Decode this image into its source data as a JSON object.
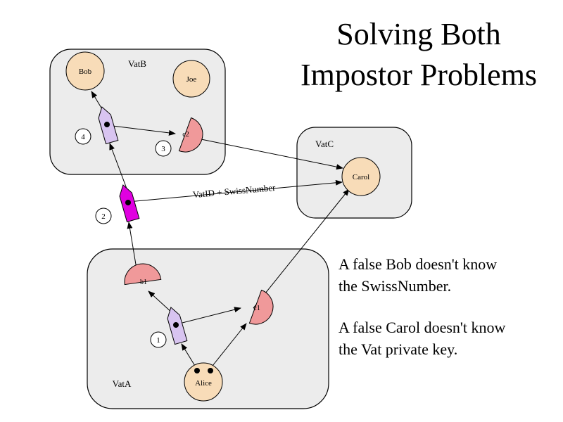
{
  "title": {
    "line1": "Solving Both",
    "line2": "Impostor Problems"
  },
  "notes": {
    "false_bob_line1": "A false Bob doesn't know",
    "false_bob_line2": "the SwissNumber.",
    "false_carol_line1": "A false Carol doesn't know",
    "false_carol_line2": "the Vat private key."
  },
  "vats": {
    "vat_a": "VatA",
    "vat_b": "VatB",
    "vat_c": "VatC"
  },
  "objects": {
    "bob": "Bob",
    "joe": "Joe",
    "carol": "Carol",
    "alice": "Alice"
  },
  "proxies": {
    "b1": "b1",
    "c1": "c1",
    "c2": "c2"
  },
  "steps": {
    "step1": "1",
    "step2": "2",
    "step3": "3",
    "step4": "4"
  },
  "edge_label": "VatID + SwissNumber",
  "colors": {
    "vat_fill": "#ececec",
    "object_fill": "#f8dcb8",
    "proxy_fill": "#f0999a",
    "forwarder_light": "#d8c4f0",
    "forwarder_magenta": "#e000e0"
  }
}
